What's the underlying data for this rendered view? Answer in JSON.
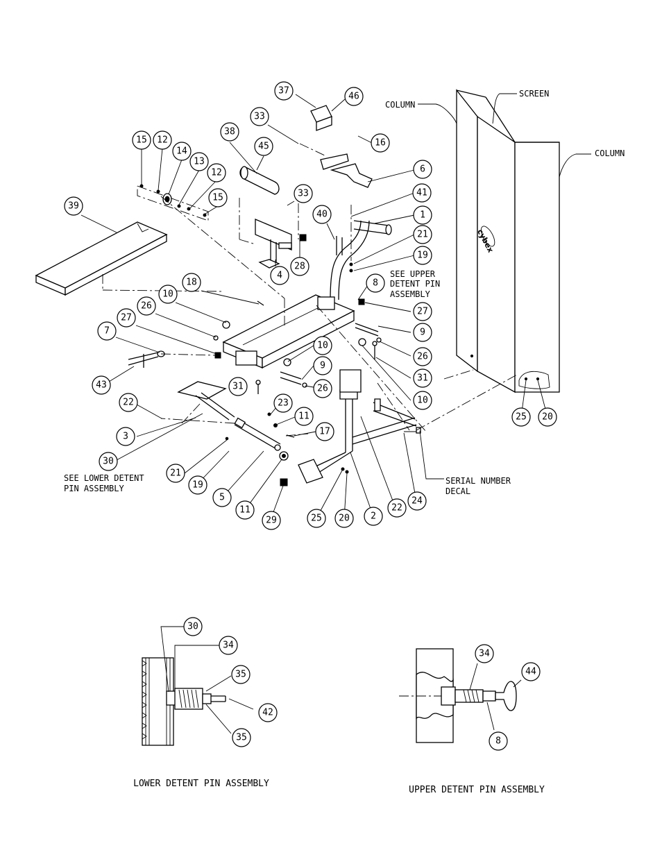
{
  "callouts": {
    "c15a": "15",
    "c12a": "12",
    "c14": "14",
    "c13": "13",
    "c12b": "12",
    "c15b": "15",
    "c39": "39",
    "c38": "38",
    "c45": "45",
    "c37": "37",
    "c46": "46",
    "c33a": "33",
    "c16": "16",
    "c6": "6",
    "c33b": "33",
    "c41": "41",
    "c40": "40",
    "c1": "1",
    "c21a": "21",
    "c19a": "19",
    "c28": "28",
    "c4": "4",
    "c8a": "8",
    "c27a": "27",
    "c18": "18",
    "c10a": "10",
    "c26a": "26",
    "c27b": "27",
    "c7": "7",
    "c9a": "9",
    "c26b": "26",
    "c31a": "31",
    "c10b": "10",
    "c9b": "9",
    "c26c": "26",
    "c31b": "31",
    "c10c": "10",
    "c43": "43",
    "c22a": "22",
    "c23": "23",
    "c11a": "11",
    "c17": "17",
    "c3": "3",
    "c30a": "30",
    "c21b": "21",
    "c19b": "19",
    "c5": "5",
    "c11b": "11",
    "c29": "29",
    "c25a": "25",
    "c20a": "20",
    "c2": "2",
    "c22b": "22",
    "c24": "24",
    "c25b": "25",
    "c20b": "20",
    "c30b": "30",
    "c34a": "34",
    "c35a": "35",
    "c42": "42",
    "c35b": "35",
    "c34b": "34",
    "c44": "44",
    "c8b": "8"
  },
  "notes": {
    "column_left": "COLUMN",
    "column_right": "COLUMN",
    "screen": "SCREEN",
    "see_upper_1": "SEE UPPER",
    "see_upper_2": "DETENT PIN",
    "see_upper_3": "ASSEMBLY",
    "see_lower_1": "SEE LOWER  DETENT",
    "see_lower_2": "PIN ASSEMBLY",
    "serial_1": "SERIAL NUMBER",
    "serial_2": "DECAL",
    "brand_logo": "cybex"
  },
  "captions": {
    "lower": "LOWER DETENT PIN ASSEMBLY",
    "upper": "UPPER DETENT PIN ASSEMBLY"
  }
}
